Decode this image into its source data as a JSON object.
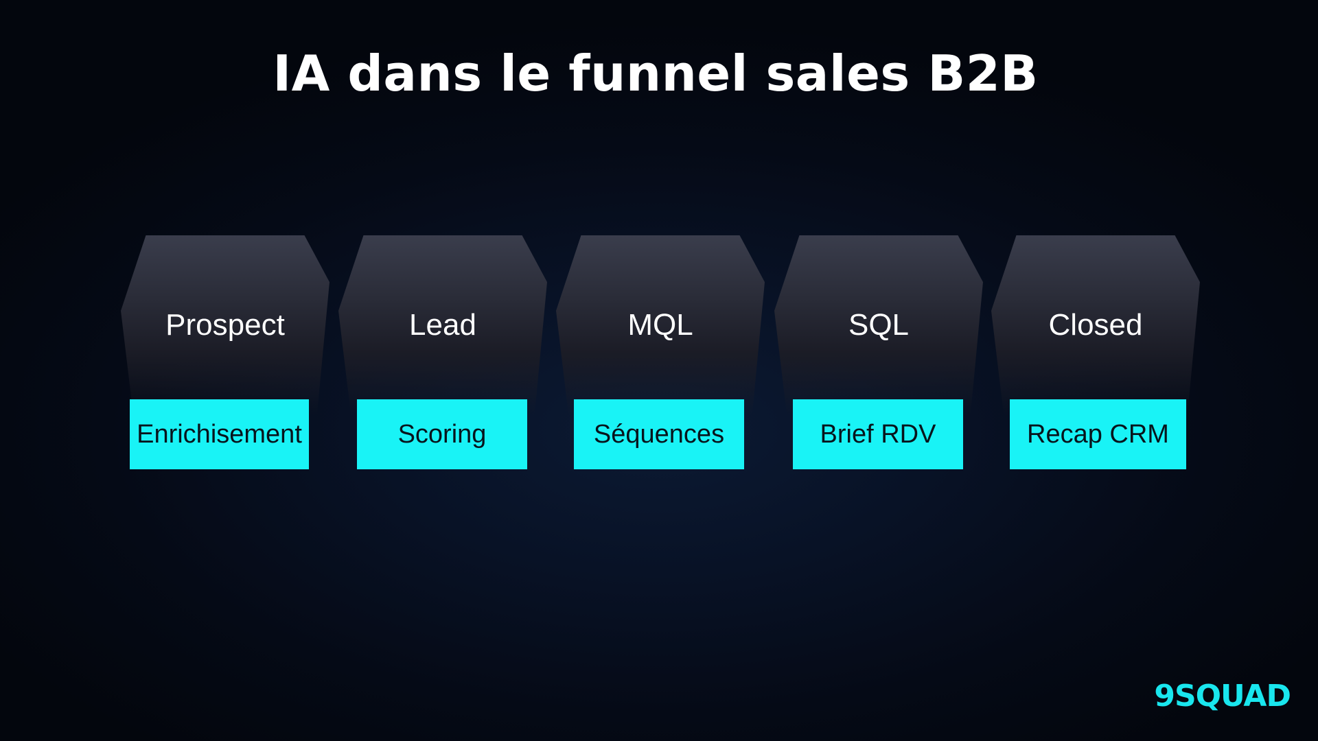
{
  "slide": {
    "title": "IA dans le funnel sales B2B"
  },
  "stages": [
    {
      "label": "Prospect",
      "ai_step": "Enrichisement"
    },
    {
      "label": "Lead",
      "ai_step": "Scoring"
    },
    {
      "label": "MQL",
      "ai_step": "Séquences"
    },
    {
      "label": "SQL",
      "ai_step": "Brief RDV"
    },
    {
      "label": "Closed",
      "ai_step": "Recap CRM"
    }
  ],
  "brand": {
    "name": "9SQUAD"
  },
  "colors": {
    "accent": "#19f3f6",
    "background": "#050a16",
    "stage_fill": "#2a2c38"
  }
}
